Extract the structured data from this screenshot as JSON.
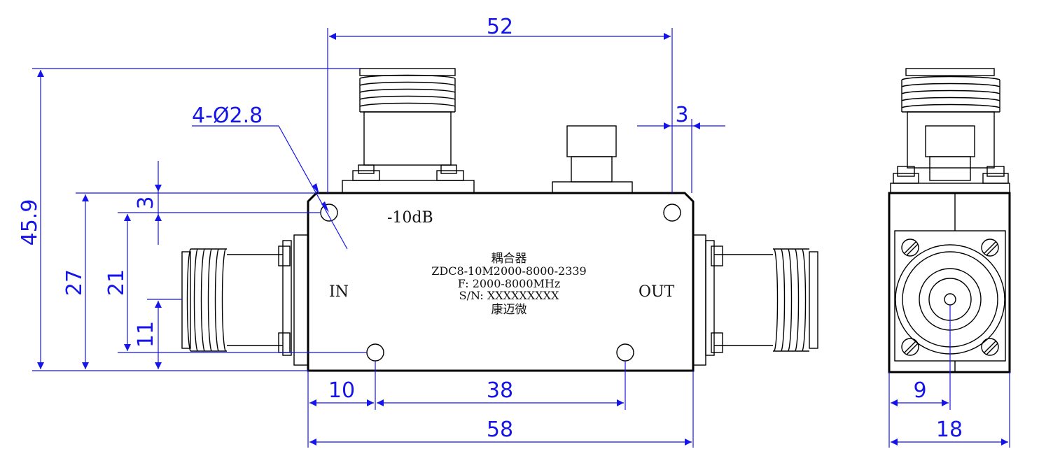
{
  "dimensions": {
    "width_total": "52",
    "height_total": "45.9",
    "hole_spec": "4-Ø2.8",
    "edge_offset": "3",
    "hole_top_offset": "3",
    "body_height": "27",
    "hole_spacing_v": "21",
    "port_height": "11",
    "hole_left_offset": "10",
    "hole_spacing_h": "38",
    "body_length": "58",
    "side_center": "9",
    "side_width": "18"
  },
  "body": {
    "coupling": "-10dB",
    "name": "耦合器",
    "model": "ZDC8-10M2000-8000-2339",
    "freq": "F: 2000-8000MHz",
    "serial": "S/N: XXXXXXXXX",
    "brand": "康迈微",
    "port_in": "IN",
    "port_out": "OUT"
  },
  "colors": {
    "dimension": "#1515e8",
    "outline": "#000000"
  }
}
